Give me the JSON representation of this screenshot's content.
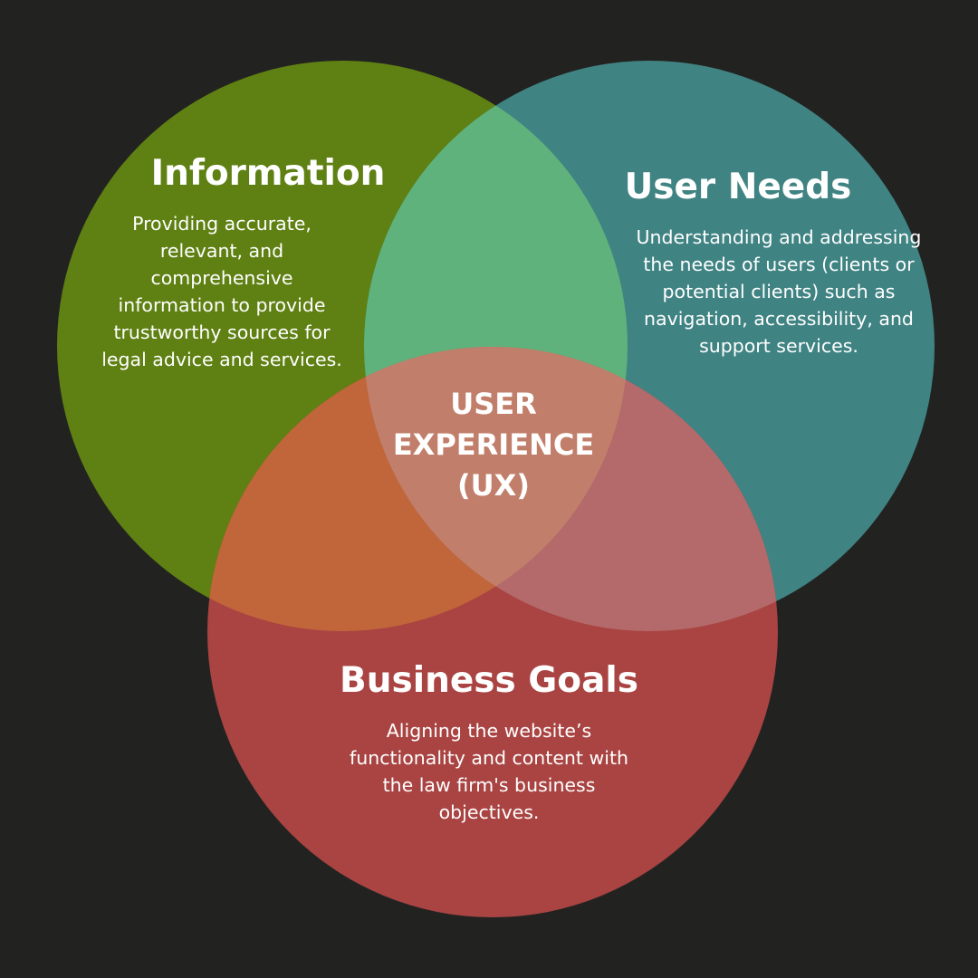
{
  "colors": {
    "background": "#222321",
    "information": "#5f8012",
    "user_needs": "#408383",
    "business_goals": "#a94442",
    "info_needs_overlap": "#5fb27c",
    "info_goals_overlap": "#c0663a",
    "needs_goals_overlap": "#b46a6b",
    "center_overlap": "#c17f6b",
    "text": "#ffffff"
  },
  "circles": {
    "information": {
      "title": "Information",
      "description": "Providing accurate, relevant, and comprehensive information to provide trustworthy sources for legal advice and services."
    },
    "user_needs": {
      "title": "User Needs",
      "description": "Understanding and addressing the needs of users (clients or potential clients) such as navigation, accessibility, and support services."
    },
    "business_goals": {
      "title": "Business Goals",
      "description": "Aligning the website’s functionality and content with the law firm's business objectives."
    }
  },
  "center": {
    "line1": "USER",
    "line2": "EXPERIENCE",
    "line3": "(UX)"
  }
}
